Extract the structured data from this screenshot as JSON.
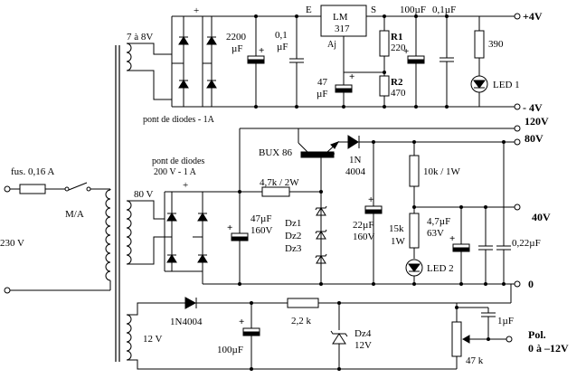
{
  "transformer": {
    "secondary_top": "7 à 8V",
    "secondary_mid": "80 V",
    "secondary_low": "12 V"
  },
  "mains": {
    "fuse": "fus. 0,16 A",
    "switch": "M/A",
    "voltage": "230 V"
  },
  "top": {
    "bridge": "pont de diodes - 1A",
    "c1": "2200",
    "c1_unit": "µF",
    "c2": "0,1",
    "c2_unit": "µF",
    "reg": "LM",
    "reg2": "317",
    "pin_e": "E",
    "pin_s": "S",
    "pin_aj": "Aj",
    "c3": "47",
    "c3_unit": "µF",
    "r1": "R1",
    "r1_val": "220",
    "r2": "R2",
    "r2_val": "470",
    "c4": "100µF",
    "c5": "0,1µF",
    "r3": "390",
    "led": "LED 1",
    "out_pos": "+4V",
    "out_neg": "- 4V",
    "plus": "+"
  },
  "mid": {
    "bridge1": "pont de diodes",
    "bridge2": "200 V - 1 A",
    "transistor": "BUX 86",
    "diode": "1N",
    "diode2": "4004",
    "r_47k": "4,7k / 2W",
    "c_47": "47µF",
    "c_47v": "160V",
    "dz1": "Dz1",
    "dz2": "Dz2",
    "dz3": "Dz3",
    "c_22": "22µF",
    "c_22v": "160V",
    "r_10k": "10k / 1W",
    "r_15k": "15k",
    "r_15k_w": "1W",
    "led": "LED 2",
    "c_4u7": "4,7µF",
    "c_4u7v": "63V",
    "c_022": "0,22µF",
    "out_120": "120V",
    "out_80": "80V",
    "out_40": "40V",
    "out_0": "0",
    "plus": "+"
  },
  "low": {
    "diode": "1N4004",
    "r": "2,2 k",
    "c": "100µF",
    "dz": "Dz4",
    "dz_v": "12V",
    "c2": "1µF",
    "pot": "47 k",
    "out": "Pol.",
    "out2": "0 à –12V",
    "plus": "+"
  }
}
